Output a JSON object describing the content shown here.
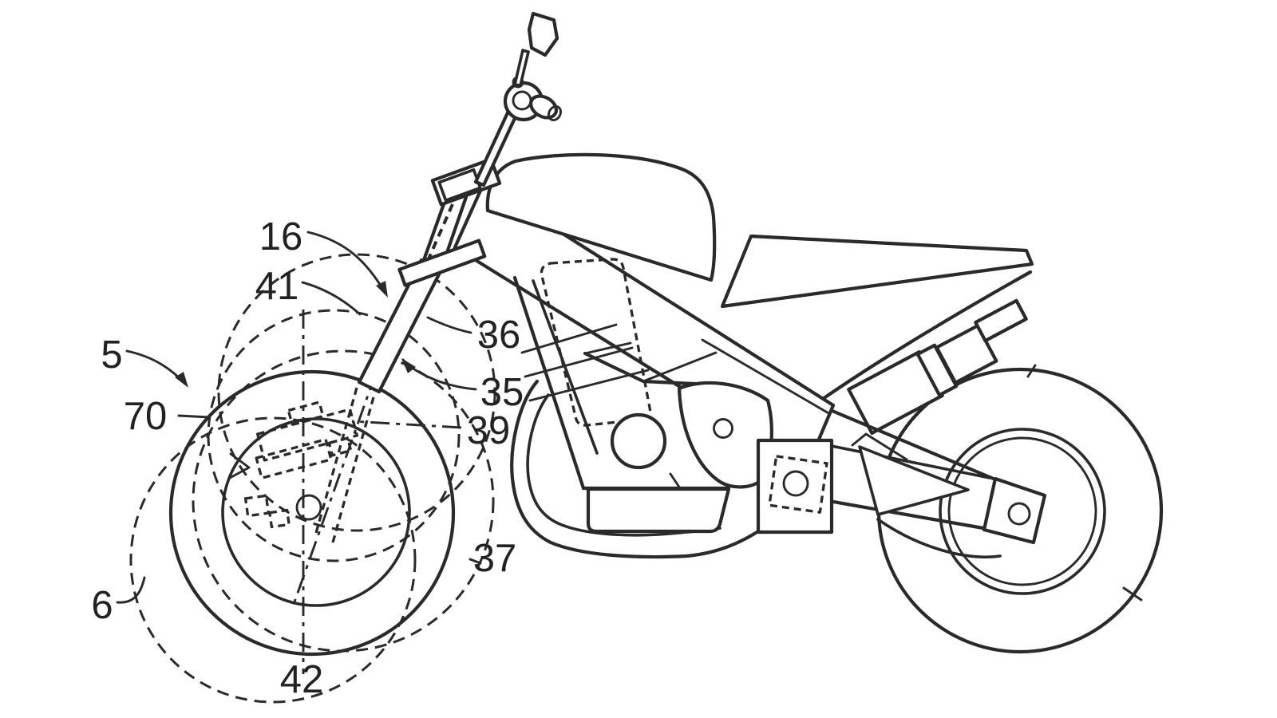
{
  "drawing": {
    "background": "#ffffff",
    "line_color": "#2a2a2a",
    "reference_labels": {
      "l16": "16",
      "l41": "41",
      "l5": "5",
      "l70": "70",
      "l6": "6",
      "l42": "42",
      "l36": "36",
      "l35": "35",
      "l39": "39",
      "l37": "37"
    }
  }
}
